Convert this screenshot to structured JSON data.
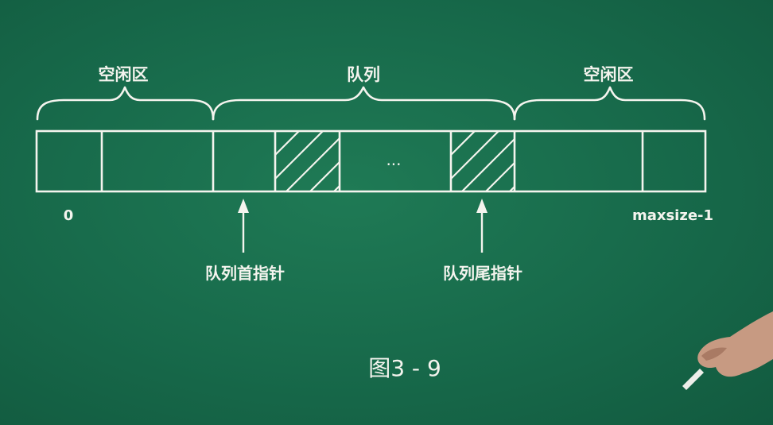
{
  "labels": {
    "free_left": "空闲区",
    "queue": "队列",
    "free_right": "空闲区",
    "index_start": "0",
    "index_end": "maxsize-1",
    "ellipsis": "...",
    "head_pointer": "队列首指针",
    "tail_pointer": "队列尾指针",
    "caption": "图3 - 9"
  },
  "colors": {
    "board": "#17694a",
    "chalk": "#f4f4ee"
  }
}
